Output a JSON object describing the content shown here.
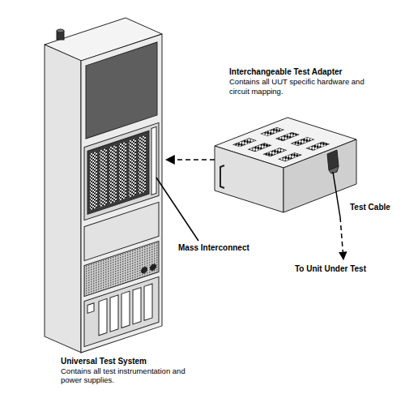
{
  "diagram": {
    "nodes": [
      {
        "text": [
          "Universal Test System",
          "Contains all test instrumentation and power supplies."
        ]
      },
      {
        "text": [
          "Interchangeable Test Adapter",
          "Contains all UUT specific hardware and circuit mapping."
        ]
      }
    ],
    "edges": [
      {
        "from": 1,
        "to": 0,
        "arrow": "to"
      }
    ],
    "labels": [
      "Mass Interconnect",
      "Test Cable",
      "To Unit Under Test"
    ]
  }
}
